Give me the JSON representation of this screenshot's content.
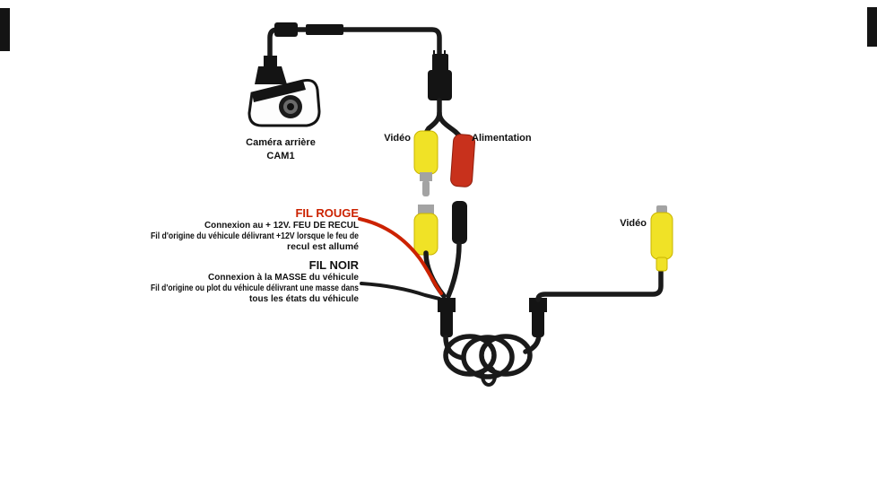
{
  "diagram": {
    "camera": {
      "label": "Caméra arrière",
      "model": "CAM1"
    },
    "connectors": {
      "video_left": "Vidéo",
      "power": "Alimentation",
      "video_right": "Vidéo"
    },
    "fil_rouge": {
      "title": "FIL ROUGE",
      "lines": [
        "Connexion au + 12V. FEU DE RECUL",
        "Fil d'origine du véhicule délivrant +12V lorsque le feu de",
        "recul est allumé"
      ]
    },
    "fil_noir": {
      "title": "FIL NOIR",
      "lines": [
        "Connexion à la MASSE du véhicule",
        "Fil d'origine ou plot du véhicule délivrant une masse dans",
        "tous les états du véhicule"
      ]
    },
    "colors": {
      "wire": "#1a1a1a",
      "rca_yellow": "#f0e226",
      "connector_gray": "#a3a3a3",
      "power_red": "#c8311c",
      "fil_rouge_red": "#cc2200",
      "text_black": "#111111"
    }
  }
}
